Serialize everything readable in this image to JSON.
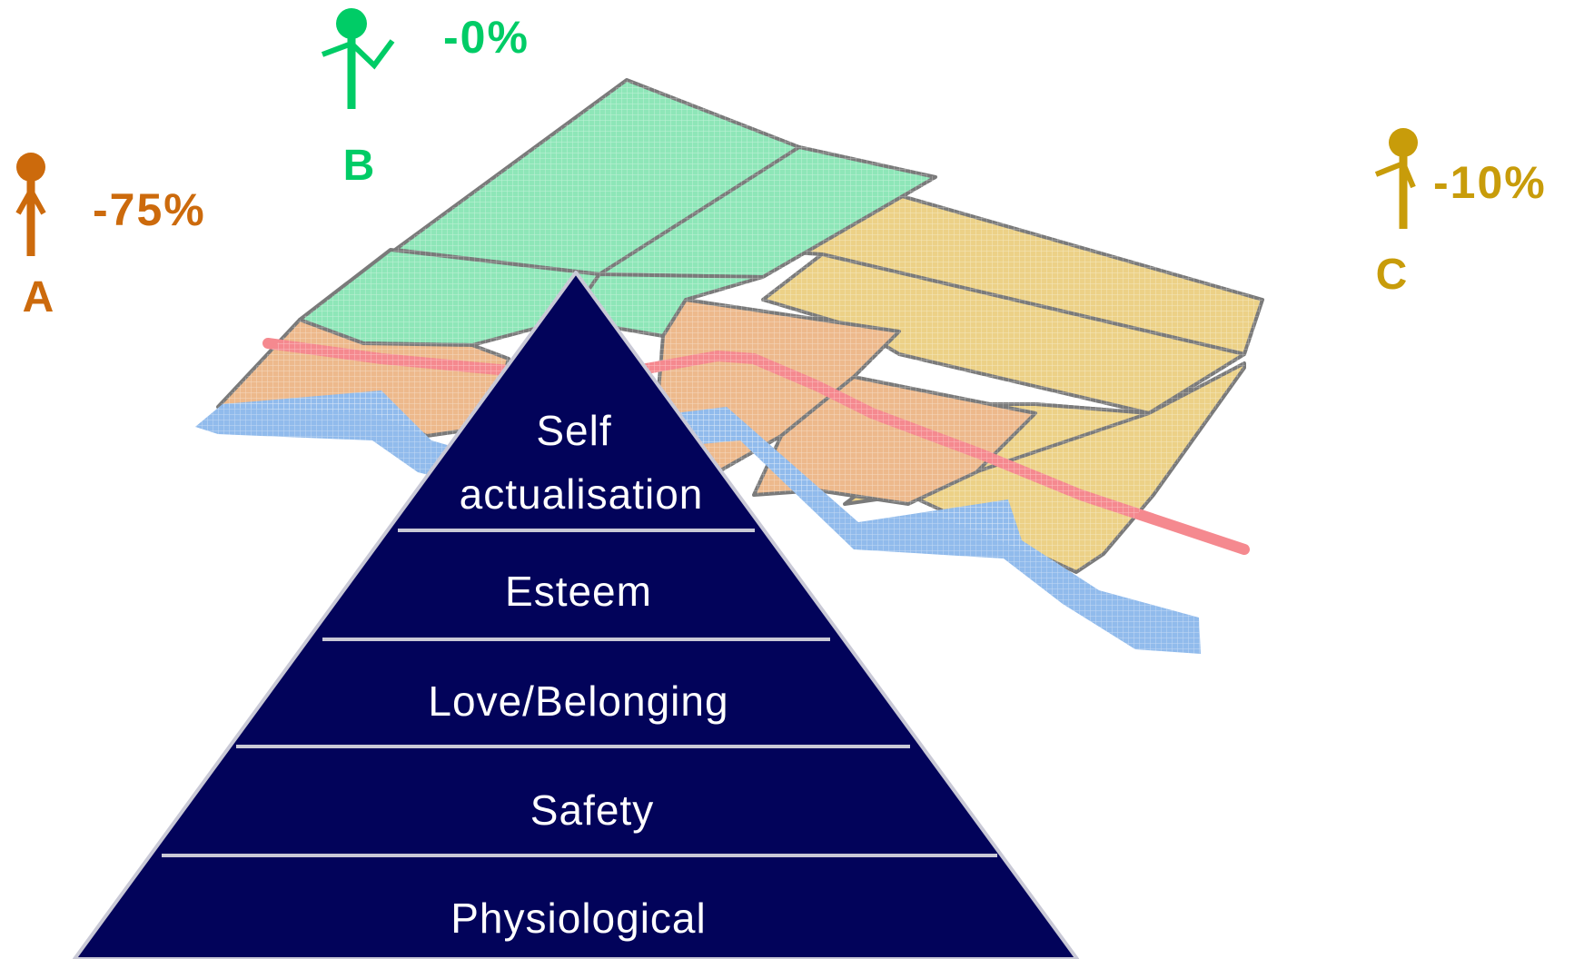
{
  "colors": {
    "pyramid": "#02035a",
    "pyramid_divider": "#c9c9d6",
    "parcel_green": "#8ee6b8",
    "parcel_orange": "#edb98c",
    "parcel_yellow": "#ecd187",
    "parcel_border": "#7a7a7a",
    "road": "#f5898f",
    "river": "#91bbec",
    "person_a": "#cc6a0c",
    "person_b": "#00cc66",
    "person_c": "#c89c0a"
  },
  "pyramid": {
    "tiers": [
      {
        "line1": "Self",
        "line2": "actualisation"
      },
      {
        "line1": "Esteem"
      },
      {
        "line1": "Love/Belonging"
      },
      {
        "line1": "Safety"
      },
      {
        "line1": "Physiological"
      }
    ]
  },
  "people": [
    {
      "letter": "A",
      "percent": "-75%",
      "icon": "person-standing-icon"
    },
    {
      "letter": "B",
      "percent": "-0%",
      "icon": "person-waving-icon"
    },
    {
      "letter": "C",
      "percent": "-10%",
      "icon": "person-standing-icon"
    }
  ]
}
